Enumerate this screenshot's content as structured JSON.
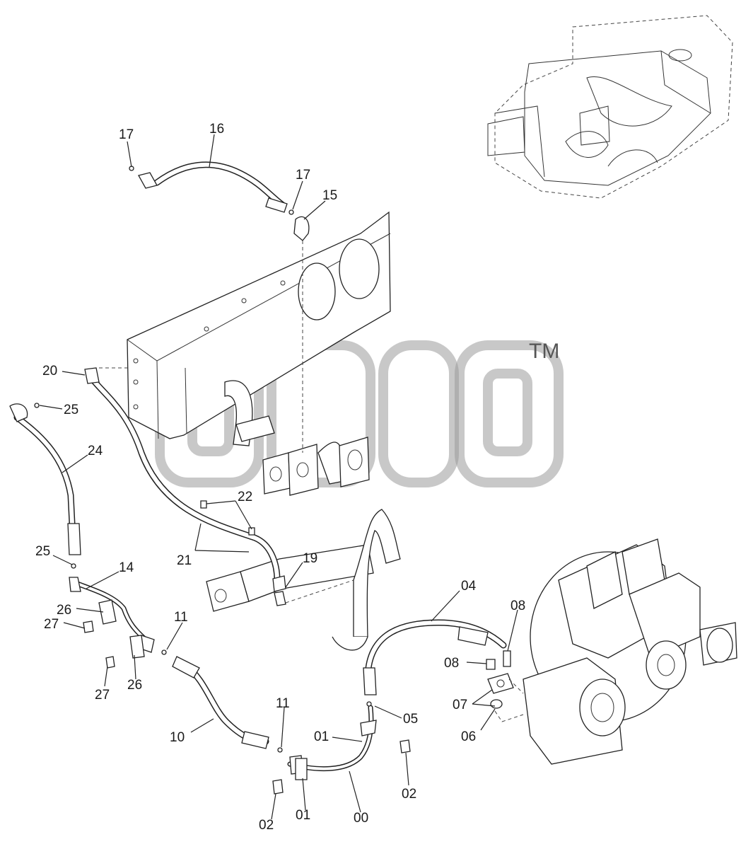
{
  "watermark": {
    "trademark": "TM"
  },
  "callouts": [
    {
      "id": "17a",
      "text": "17"
    },
    {
      "id": "16",
      "text": "16"
    },
    {
      "id": "17b",
      "text": "17"
    },
    {
      "id": "15",
      "text": "15"
    },
    {
      "id": "20",
      "text": "20"
    },
    {
      "id": "25a",
      "text": "25"
    },
    {
      "id": "24",
      "text": "24"
    },
    {
      "id": "22",
      "text": "22"
    },
    {
      "id": "21",
      "text": "21"
    },
    {
      "id": "19",
      "text": "19"
    },
    {
      "id": "25b",
      "text": "25"
    },
    {
      "id": "14",
      "text": "14"
    },
    {
      "id": "26a",
      "text": "26"
    },
    {
      "id": "27a",
      "text": "27"
    },
    {
      "id": "11a",
      "text": "11"
    },
    {
      "id": "04",
      "text": "04"
    },
    {
      "id": "08a",
      "text": "08"
    },
    {
      "id": "08b",
      "text": "08"
    },
    {
      "id": "27b",
      "text": "27"
    },
    {
      "id": "26b",
      "text": "26"
    },
    {
      "id": "07",
      "text": "07"
    },
    {
      "id": "05",
      "text": "05"
    },
    {
      "id": "10",
      "text": "10"
    },
    {
      "id": "11b",
      "text": "11"
    },
    {
      "id": "01a",
      "text": "01"
    },
    {
      "id": "06",
      "text": "06"
    },
    {
      "id": "02a",
      "text": "02"
    },
    {
      "id": "02b",
      "text": "02"
    },
    {
      "id": "01b",
      "text": "01"
    },
    {
      "id": "00",
      "text": "00"
    }
  ]
}
